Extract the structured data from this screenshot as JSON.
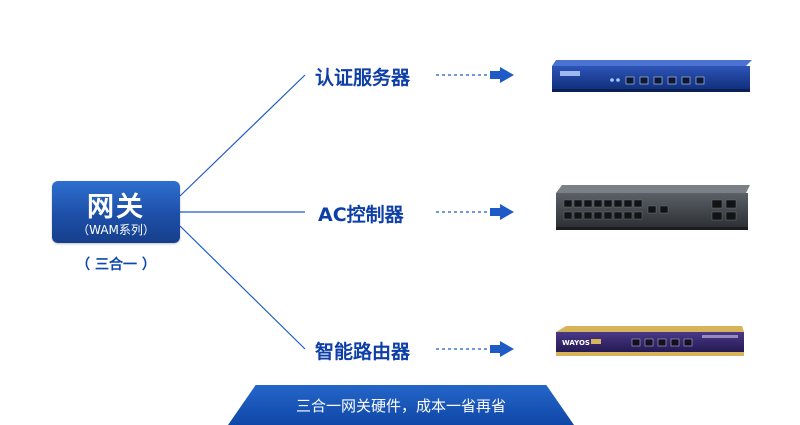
{
  "gateway": {
    "title": "网关",
    "subtitle": "（WAM系列）",
    "note": "（ 三合一 ）"
  },
  "devices": [
    {
      "label": "认证服务器",
      "icon": "auth-server-device-icon"
    },
    {
      "label": "AC控制器",
      "icon": "ac-controller-switch-icon"
    },
    {
      "label": "智能路由器",
      "icon": "smart-router-device-icon"
    }
  ],
  "router_brand": "WAYOS",
  "banner": {
    "text": "三合一网关硬件，成本一省再省"
  },
  "colors": {
    "primary_blue": "#1d4fa8",
    "line_blue": "#1e5bc6",
    "label_blue": "#0d3fa6",
    "router_purple": "#3b2a72",
    "router_gold": "#d7b35a"
  }
}
